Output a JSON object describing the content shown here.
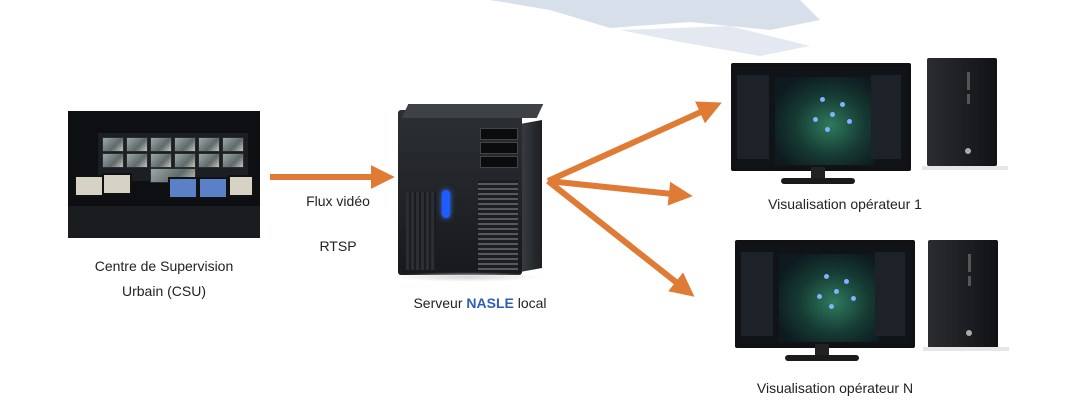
{
  "labels": {
    "csu_line1": "Centre de Supervision",
    "csu_line2": "Urbain (CSU)",
    "flux": "Flux vidéo",
    "protocol": "RTSP",
    "server_prefix": "Serveur ",
    "server_brand": "NASLE",
    "server_suffix": " local",
    "operator1": "Visualisation opérateur 1",
    "operatorN": "Visualisation opérateur N"
  },
  "colors": {
    "arrow": "#e07b35",
    "brand": "#2f5fb3",
    "decor": "#b8c6da"
  },
  "icons": {
    "csu": "control-room-photo",
    "server": "tower-server-icon",
    "workstation": "desktop-workstation-icon"
  }
}
